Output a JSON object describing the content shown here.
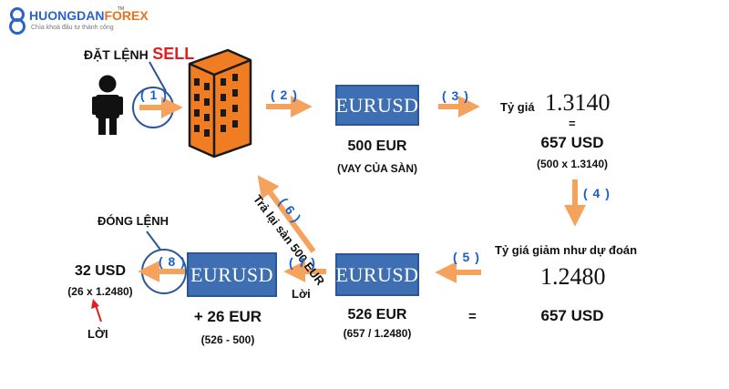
{
  "logo": {
    "brand_prefix": "HUONGDAN",
    "brand_suffix": "FOREX",
    "tagline": "Chìa khoá đầu tư thành công",
    "trademark": "TM"
  },
  "colors": {
    "arrow": "#f5a25d",
    "building": "#f07d22",
    "eurusd_box": "#3f6fb3",
    "step_number": "#1a5fd0",
    "sell": "#e02020",
    "red_arrow": "#e02020",
    "circle": "#2a5697"
  },
  "top_row": {
    "sell_prefix": "ĐẶT LỆNH",
    "sell_word": "SELL",
    "step1": "( 1 )",
    "step2": "( 2 )",
    "pair_1": "EURUSD",
    "amount_1": "500 EUR",
    "borrow_note": "(VAY CỦA SÀN)",
    "step3": "( 3 )",
    "rate_label_1": "Tỷ giá",
    "rate_1": "1.3140",
    "equals_1": "=",
    "usd_1": "657 USD",
    "calc_1": "(500 x 1.3140)"
  },
  "right_col": {
    "step4": "( 4 )",
    "rate_drop_label": "Tỷ giá giảm như dự đoán",
    "rate_2": "1.2480",
    "usd_2": "657 USD"
  },
  "bottom_row": {
    "step5": "( 5 )",
    "pair_2": "EURUSD",
    "amount_2": "526 EUR",
    "calc_2": "(657 / 1.2480)",
    "equals_2": "=",
    "step6": "( 6 )",
    "return_note": "Trả lại sàn 500 EUR",
    "step7": "( 7 )",
    "profit_label": "Lời",
    "pair_3": "EURUSD",
    "gain": "+ 26 EUR",
    "gain_calc": "(526 - 500)",
    "close_label": "ĐÓNG LỆNH",
    "step8": "( 8 )",
    "usd_3": "32 USD",
    "calc_3": "(26 x 1.2480)",
    "final_profit": "LỜI"
  }
}
